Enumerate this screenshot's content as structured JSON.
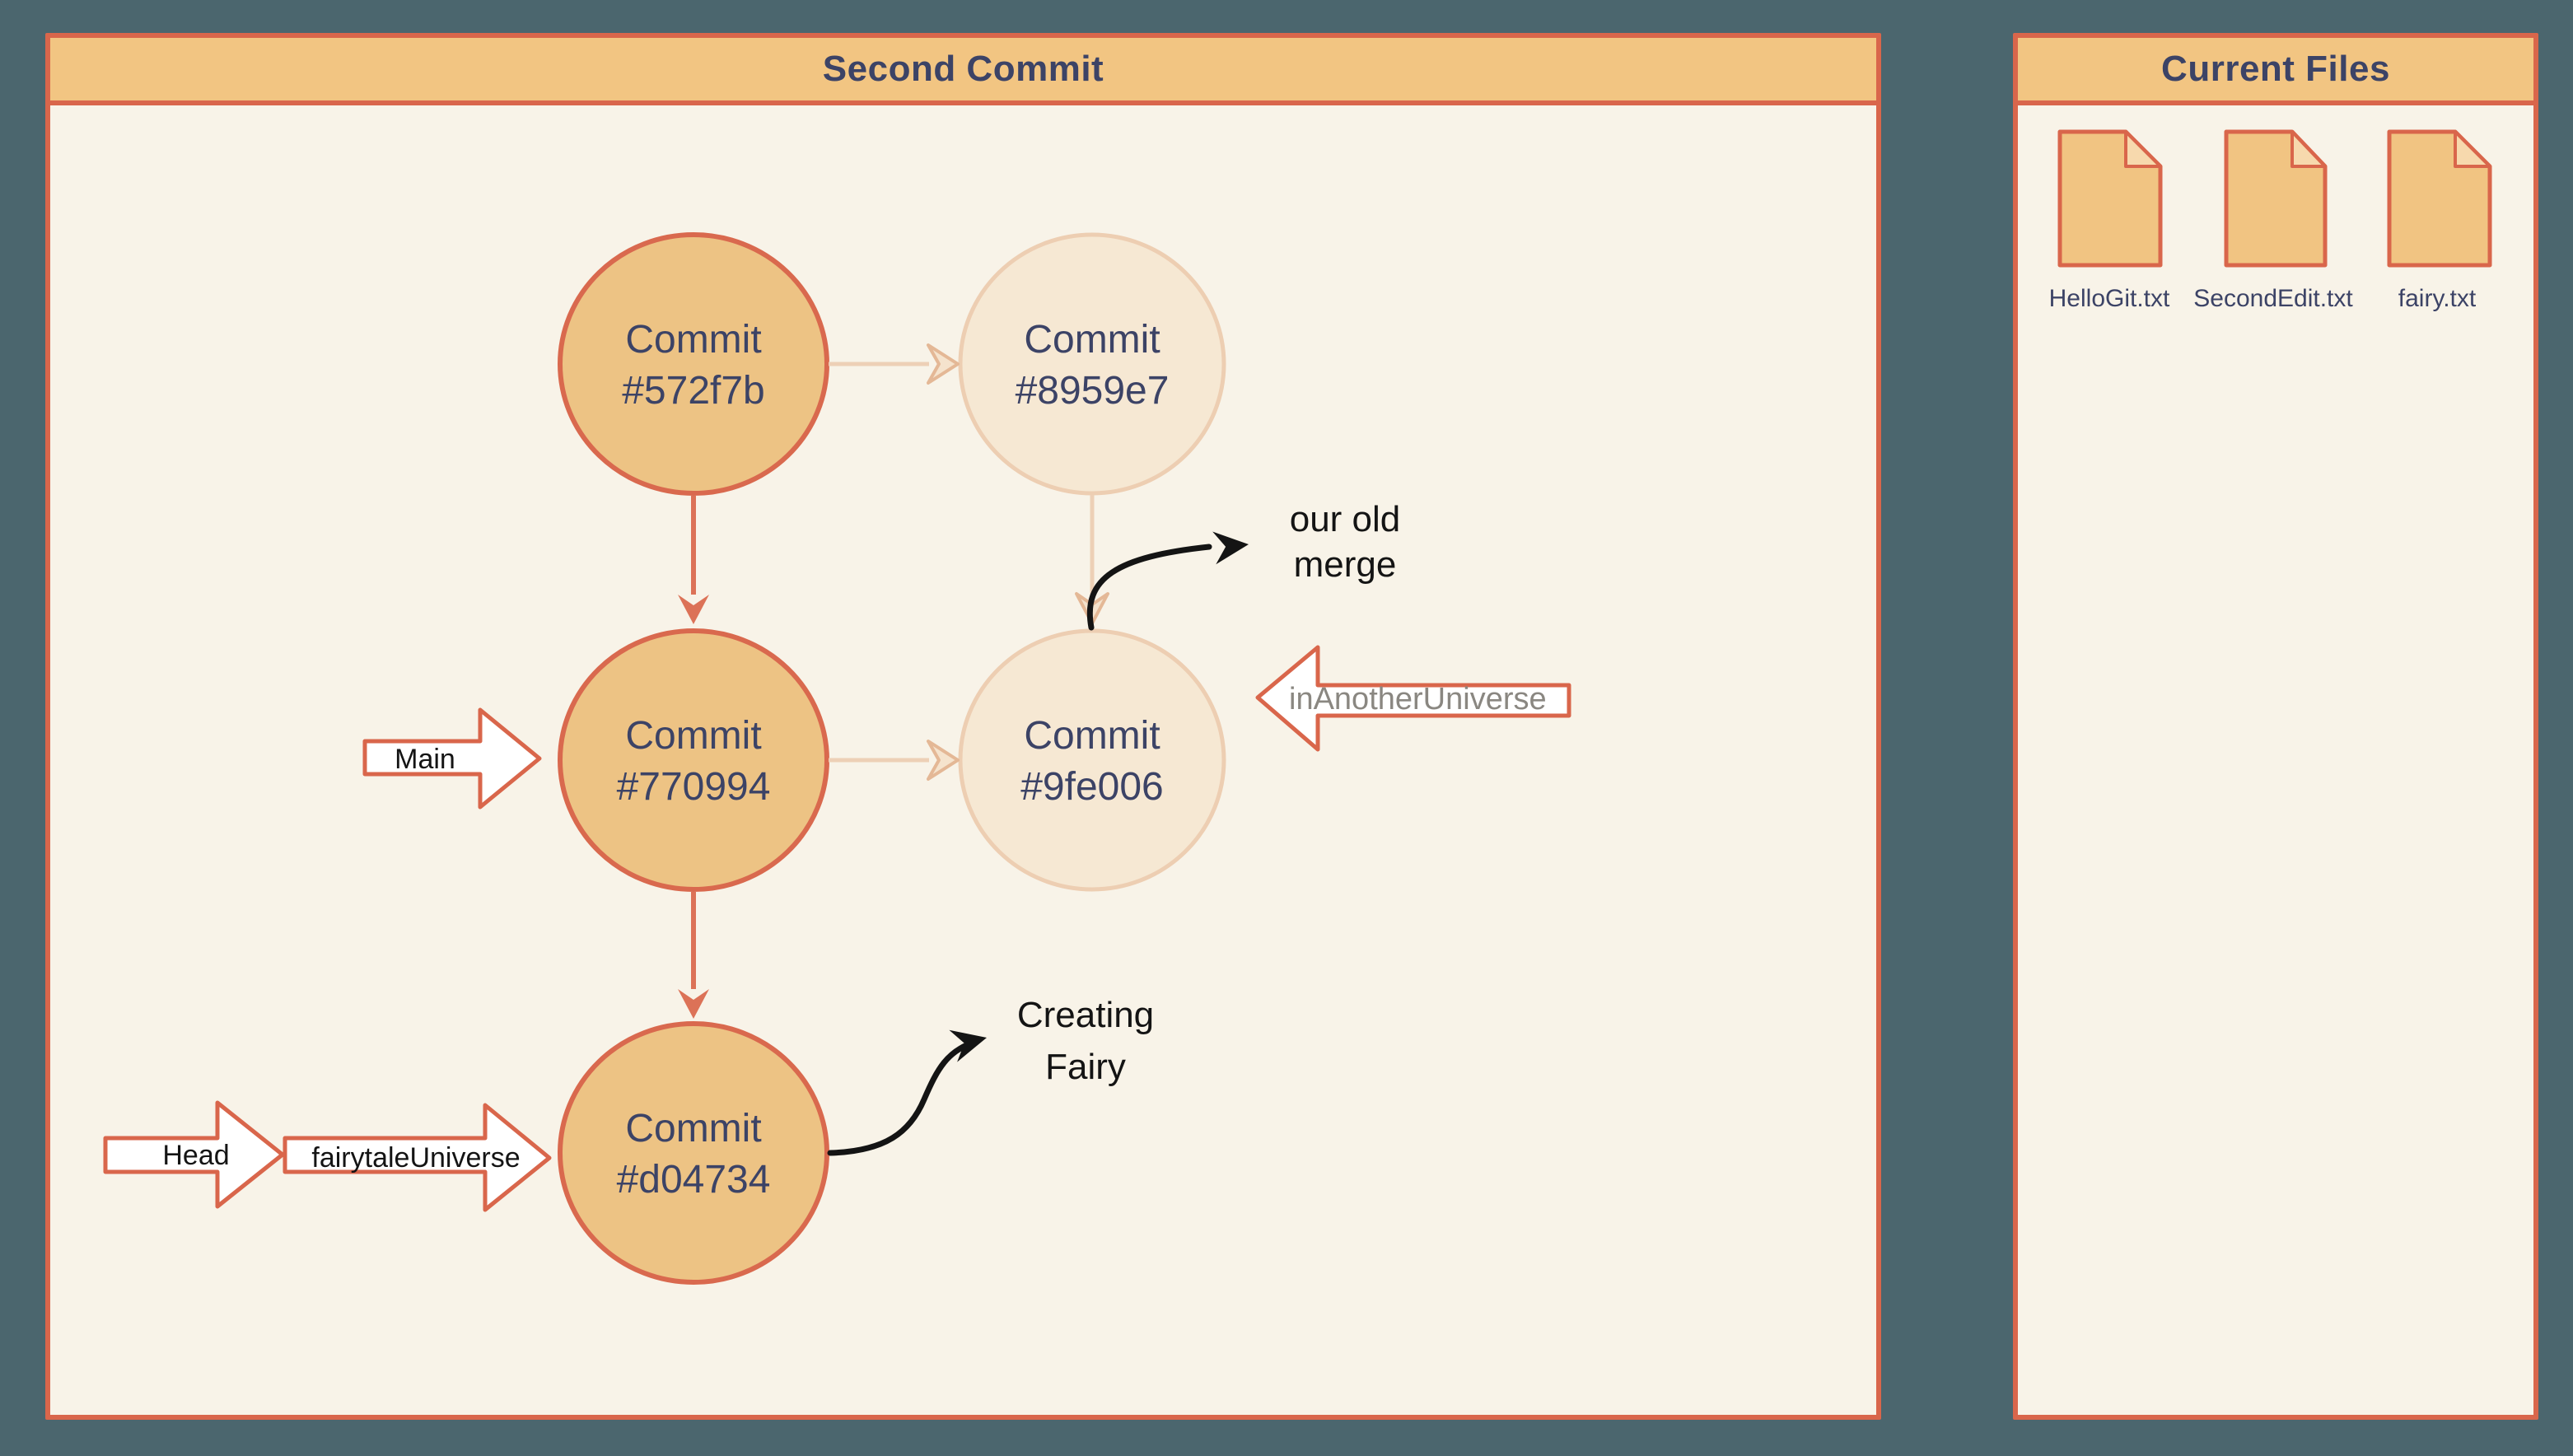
{
  "main_panel": {
    "title": "Second Commit"
  },
  "files_panel": {
    "title": "Current Files",
    "files": [
      {
        "name": "HelloGit.txt"
      },
      {
        "name": "SecondEdit.txt"
      },
      {
        "name": "fairy.txt"
      }
    ]
  },
  "commits": [
    {
      "line1": "Commit",
      "line2": "#572f7b",
      "state": "active"
    },
    {
      "line1": "Commit",
      "line2": "#8959e7",
      "state": "faded"
    },
    {
      "line1": "Commit",
      "line2": "#770994",
      "state": "active"
    },
    {
      "line1": "Commit",
      "line2": "#9fe006",
      "state": "faded"
    },
    {
      "line1": "Commit",
      "line2": "#d04734",
      "state": "active"
    }
  ],
  "branch_labels": {
    "main": "Main",
    "head": "Head",
    "fairytale": "fairytaleUniverse",
    "in_another_universe": "inAnotherUniverse"
  },
  "annotations": {
    "old_merge": [
      "our old",
      "merge"
    ],
    "creating_fairy": [
      "Creating",
      "Fairy"
    ]
  },
  "colors": {
    "background": "#4b666e",
    "panel_bg": "#f8f3e8",
    "header_fill": "#f2c582",
    "border": "#d9664b",
    "commit_fill": "#edc384",
    "commit_faded_fill": "#f6e8d3",
    "commit_faded_stroke": "#edceb2",
    "arrow_red": "#dc7257",
    "arrow_faded": "#edd0b6",
    "text_navy": "#3c4366",
    "text_gray": "#8a8781",
    "callout_black": "#141414"
  }
}
